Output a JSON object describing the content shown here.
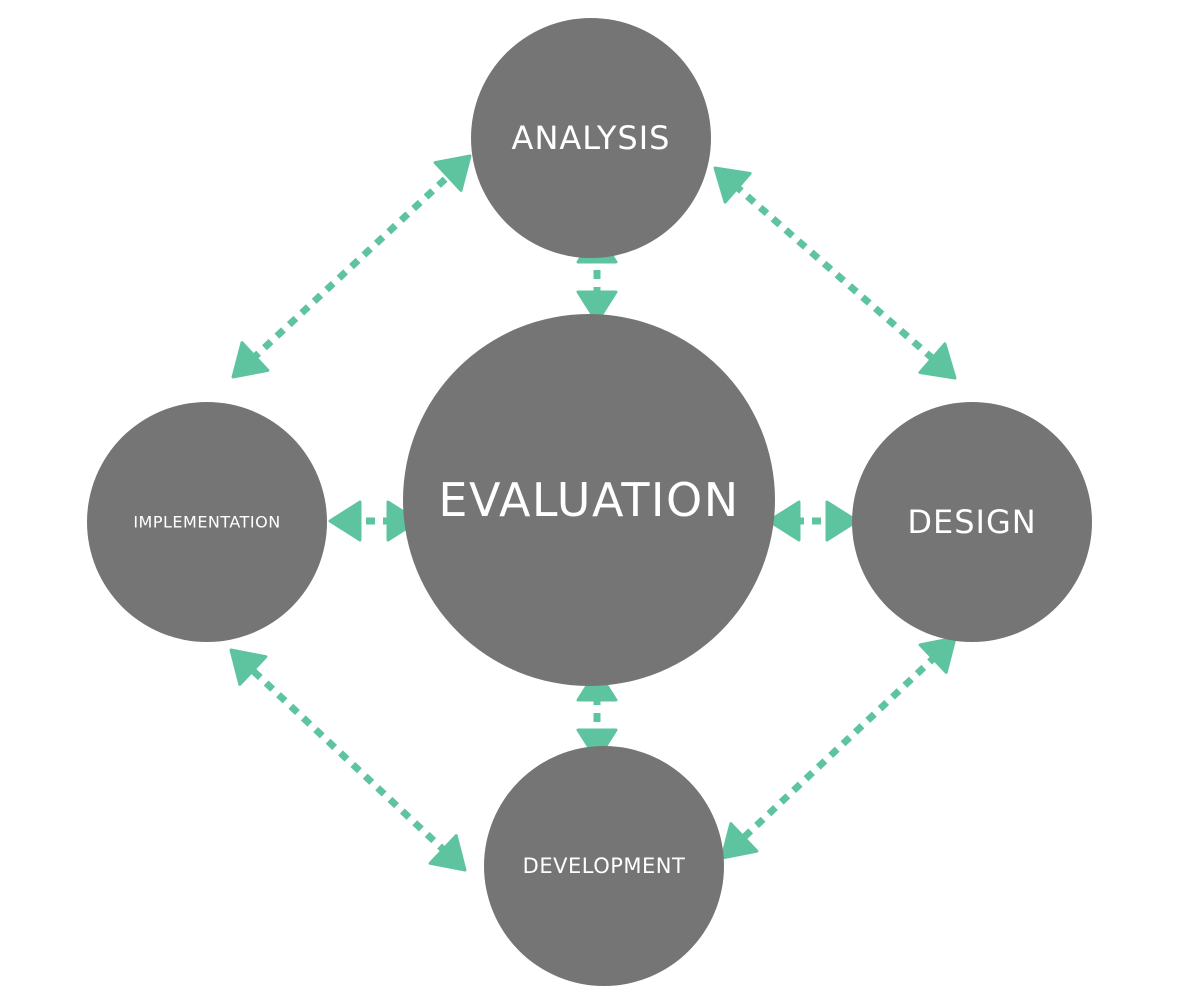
{
  "diagram": {
    "nodes": {
      "analysis": {
        "label": "ANALYSIS"
      },
      "design": {
        "label": "DESIGN"
      },
      "development": {
        "label": "DEVELOPMENT"
      },
      "implementation": {
        "label": "IMPLEMENTATION"
      },
      "evaluation": {
        "label": "EVALUATION"
      }
    },
    "connections": [
      {
        "from": "analysis",
        "to": "design",
        "bidirectional": true
      },
      {
        "from": "design",
        "to": "development",
        "bidirectional": true
      },
      {
        "from": "development",
        "to": "implementation",
        "bidirectional": true
      },
      {
        "from": "implementation",
        "to": "analysis",
        "bidirectional": true
      },
      {
        "from": "evaluation",
        "to": "analysis",
        "bidirectional": true
      },
      {
        "from": "evaluation",
        "to": "design",
        "bidirectional": true
      },
      {
        "from": "evaluation",
        "to": "development",
        "bidirectional": true
      },
      {
        "from": "evaluation",
        "to": "implementation",
        "bidirectional": true
      }
    ],
    "colors": {
      "node_fill": "#757575",
      "connector": "#5ec4a0",
      "label_text": "#ffffff",
      "background": "#ffffff"
    }
  }
}
